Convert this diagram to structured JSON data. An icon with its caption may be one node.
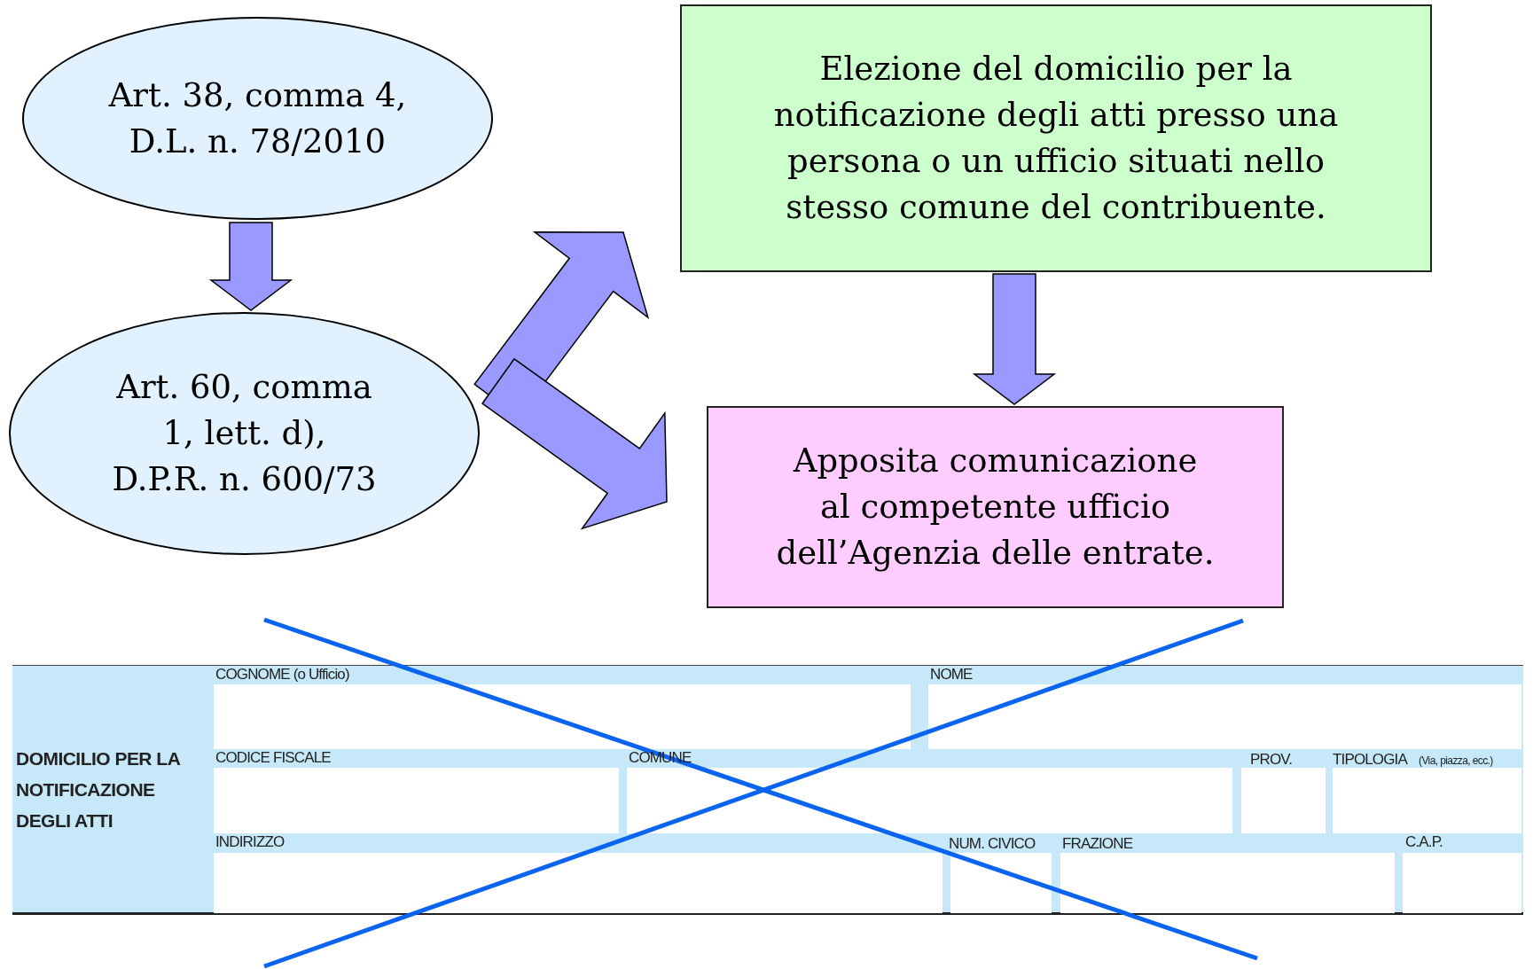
{
  "diagram": {
    "nodes": [
      {
        "text": [
          "Art. 38, comma 4, D.L. n. 78/2010"
        ]
      },
      {
        "text": [
          "Art. 60, comma 1, lett. d), D.P.R. n. 600/73"
        ]
      },
      {
        "text": [
          "Elezione del domicilio per la notificazione degli atti presso una persona o un ufficio situati nello stesso comune del contribuente."
        ]
      },
      {
        "text": [
          "Apposita comunicazione al competente ufficio dell’Agenzia delle entrate."
        ]
      }
    ],
    "edges": [
      {
        "from": 0,
        "to": 1,
        "arrow": "to"
      },
      {
        "from": 1,
        "to": 2,
        "arrow": "to"
      },
      {
        "from": 1,
        "to": 3,
        "arrow": "to"
      },
      {
        "from": 2,
        "to": 3,
        "arrow": "to"
      }
    ],
    "labels": [
      "DOMICILIO PER LA NOTIFICAZIONE DEGLI ATTI",
      "COGNOME (o Ufficio)",
      "NOME",
      "CODICE FISCALE",
      "COMUNE",
      "PROV.",
      "TIPOLOGIA",
      "(Via, piazza, ecc.)",
      "INDIRIZZO",
      "NUM. CIVICO",
      "FRAZIONE",
      "C.A.P."
    ]
  }
}
